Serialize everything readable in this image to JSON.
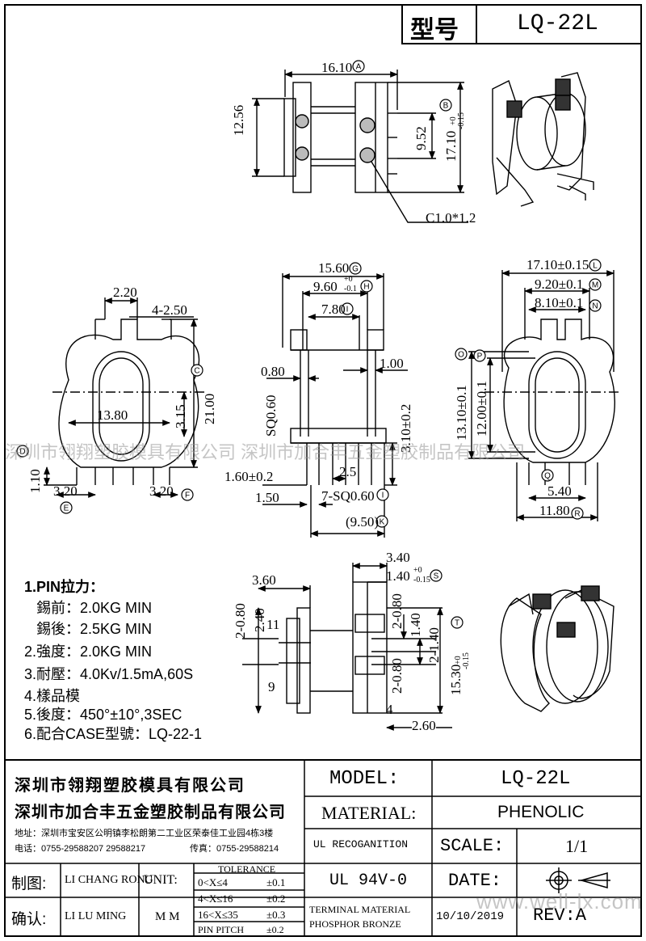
{
  "header": {
    "type_label": "型号",
    "model": "LQ-22L"
  },
  "top_view": {
    "dims": [
      "16.10",
      "12.56",
      "9.52",
      "17.10",
      "+0",
      "-0.15",
      "C1.0*1.2"
    ],
    "refs": [
      "A",
      "B"
    ]
  },
  "front_view": {
    "dims": [
      "2.20",
      "4-2.50",
      "21.00",
      "3.15",
      "13.80",
      "1.10",
      "3.20",
      "3.20"
    ],
    "refs": [
      "C",
      "D",
      "E",
      "F"
    ]
  },
  "center_view": {
    "dims": [
      "15.60",
      "9.60",
      "+0",
      "-0.1",
      "7.80",
      "1.00",
      "0.80",
      "SQ0.60",
      "3.10±0.2",
      "2.5",
      "1.60±0.2",
      "1.50",
      "7-SQ0.60",
      "(9.50)"
    ],
    "refs": [
      "G",
      "H",
      "I",
      "I",
      "K"
    ]
  },
  "right_view": {
    "dims": [
      "17.10±0.15",
      "9.20±0.1",
      "8.10±0.1",
      "13.10±0.1",
      "12.00±0.1",
      "5.40",
      "11.80"
    ],
    "refs": [
      "L",
      "M",
      "N",
      "O",
      "P",
      "Q",
      "R"
    ]
  },
  "side_view": {
    "dims": [
      "3.40",
      "1.40",
      "+0",
      "-0.15",
      "3.60",
      "2-0.80",
      "2.40",
      "2-0.80",
      "1.40",
      "2-1.40",
      "15.30",
      "+0",
      "-0.15",
      "2-0.80",
      "2.60",
      "11",
      "9",
      "4"
    ],
    "refs": [
      "S",
      "T"
    ]
  },
  "watermark": {
    "line": "深圳市翎翔塑胶模具有限公司 深圳市加合丰五金塑胶制品有限公司",
    "site": "www.well-lx.com"
  },
  "specs": {
    "title": "1.PIN拉力：",
    "lines": [
      "錫前：2.0KG  MIN",
      "錫後：2.5KG  MIN",
      "2.強度：2.0KG  MIN",
      "3.耐壓：4.0Kv/1.5mA,60S",
      "4.樣品模",
      "5.後度：450°±10°,3SEC",
      "6.配合CASE型號：LQ-22-1"
    ]
  },
  "title_block": {
    "company1": "深圳市翎翔塑胶模具有限公司",
    "company2": "深圳市加合丰五金塑胶制品有限公司",
    "address": "地址：深圳市宝安区公明镇李松朗第二工业区荣泰佳工业园4栋3楼",
    "phone": "电话：0755-29588207  29588217",
    "fax": "传真：0755-29588214",
    "drawn_label": "制图:",
    "drawn_name": "LI CHANG RONG",
    "check_label": "确认:",
    "check_name": "LI LU MING",
    "unit_label": "UNIT:",
    "unit_value": "M M",
    "tol_title": "TOLERANCE",
    "tol_rows": [
      {
        "range": "0<X≤4",
        "val": "±0.1"
      },
      {
        "range": "4<X≤16",
        "val": "±0.2"
      },
      {
        "range": "16<X≤35",
        "val": "±0.3"
      },
      {
        "range": "PIN PITCH",
        "val": "±0.2"
      }
    ],
    "model_label": "MODEL:",
    "model_value": "LQ-22L",
    "material_label": "MATERIAL:",
    "material_value": "PHENOLIC",
    "ul_label": "UL RECOGANITION",
    "ul_value": "UL 94V-0",
    "scale_label": "SCALE:",
    "scale_value": "1/1",
    "date_label": "DATE:",
    "terminal_label1": "TERMINAL MATERIAL",
    "terminal_label2": "PHOSPHOR  BRONZE",
    "date_value": "10/10/2019",
    "rev_label": "REV:A"
  }
}
